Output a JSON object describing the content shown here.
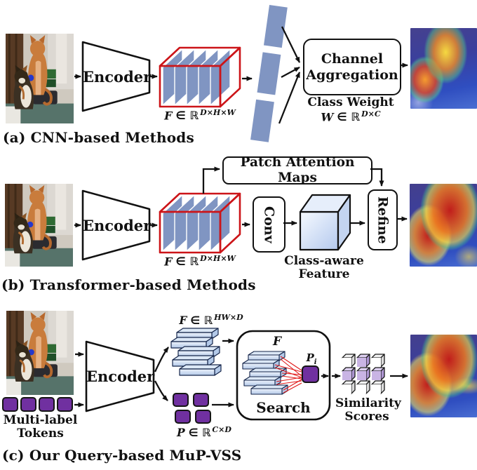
{
  "colors": {
    "cube_outline_red": "#cc1418",
    "slab_blue": "#8095c2",
    "token_purple": "#7030a0",
    "similarity_purple": "#c9b4e4",
    "fan_line_red": "#e01818",
    "line_black": "#111111"
  },
  "rows": {
    "a": {
      "caption": "(a) CNN-based Methods",
      "encoder_label": "Encoder",
      "feature_label": {
        "sym": "F",
        "rel": "∈ ℝ",
        "sup": "D×H×W"
      },
      "agg_box": {
        "line1": "Channel",
        "line2": "Aggregation"
      },
      "class_weight_label": "Class Weight",
      "weight_math": {
        "sym": "W",
        "rel": "∈ ℝ",
        "sup": "D×C"
      }
    },
    "b": {
      "caption": "(b) Transformer-based Methods",
      "encoder_label": "Encoder",
      "feature_label": {
        "sym": "F",
        "rel": "∈ ℝ",
        "sup": "D×H×W"
      },
      "patch_box": "Patch Attention Maps",
      "conv_box": "Conv",
      "refine_box": "Refine",
      "class_aware": {
        "line1": "Class-aware",
        "line2": "Feature"
      }
    },
    "c": {
      "caption": "(c) Our Query-based MuP-VSS",
      "encoder_label": "Encoder",
      "tokens_label": {
        "line1": "Multi-label",
        "line2": "Tokens"
      },
      "feature_math": {
        "sym": "F",
        "rel": "∈ ℝ",
        "sup": "HW×D"
      },
      "proto_math": {
        "sym": "P",
        "rel": "∈ ℝ",
        "sup": "C×D"
      },
      "search_box": "Search",
      "f_sym": "F",
      "pi": {
        "sym": "P",
        "sub": "i"
      },
      "similarity": {
        "line1": "Similarity",
        "line2": "Scores"
      },
      "similarity_grid": [
        [
          "w",
          "p",
          "w"
        ],
        [
          "p",
          "p",
          "p"
        ],
        [
          "w",
          "w",
          "w"
        ]
      ]
    }
  }
}
